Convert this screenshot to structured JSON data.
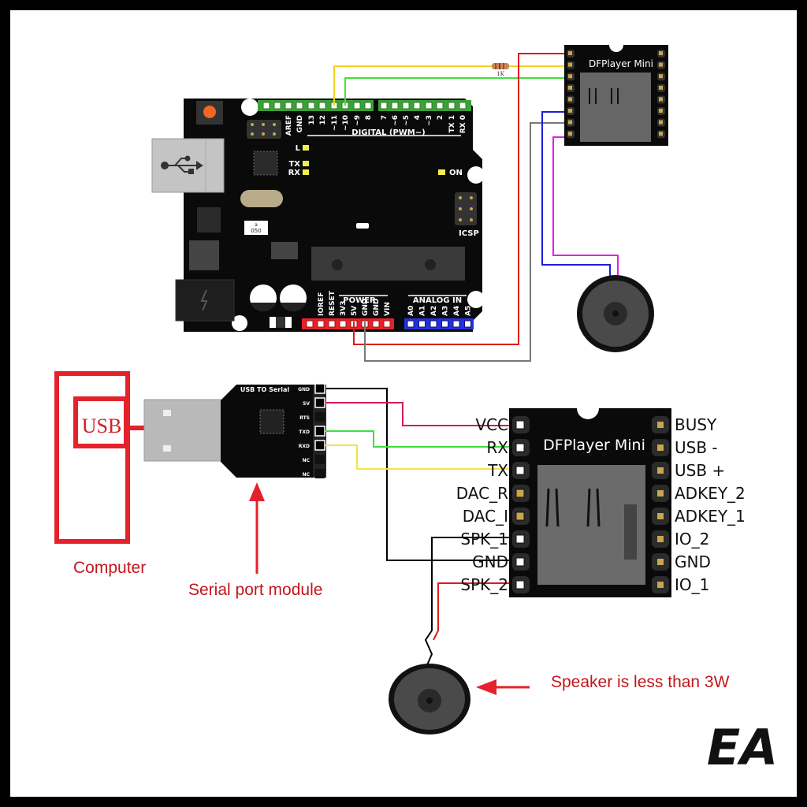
{
  "watermark": "EA",
  "colors": {
    "pcb": "#0a0a0a",
    "header_green": "#3aa335",
    "header_red": "#e8202a",
    "header_blue": "#2132e0",
    "wire_red": "#e01a1a",
    "wire_yellow": "#f2d31b",
    "wire_green": "#41e03a",
    "wire_blue": "#1d1dd8",
    "wire_gray": "#777777",
    "wire_magenta": "#e51ee5",
    "wire_pink": "#d4185a",
    "wire_black": "#000000",
    "annotation_red": "#c0171d"
  },
  "arduino": {
    "digital_header_label": "DIGITAL (PWM~)",
    "digital_pins": [
      "AREF",
      "GND",
      "13",
      "12",
      "~11",
      "~10",
      "~9",
      "8",
      "7",
      "~6",
      "~5",
      "4",
      "~3",
      "2",
      "TX 1",
      "RX 0"
    ],
    "power_header_label": "POWER",
    "power_pins": [
      "IOREF",
      "RESET",
      "3V3",
      "5V",
      "GND",
      "GND",
      "VIN"
    ],
    "analog_header_label": "ANALOG IN",
    "analog_pins": [
      "A0",
      "A1",
      "A2",
      "A3",
      "A4",
      "A5"
    ],
    "leds": [
      "L",
      "TX",
      "RX"
    ],
    "on_label": "ON",
    "icsp_label": "ICSP",
    "chip_marking_top": "a",
    "chip_marking": "050"
  },
  "resistor": {
    "label": "1K"
  },
  "dfplayer_top": {
    "title": "DFPlayer Mini"
  },
  "usb_serial": {
    "title": "USB TO Serial",
    "pins": [
      "GND",
      "5V",
      "RTS",
      "TXD",
      "RXD",
      "NC",
      "NC"
    ]
  },
  "computer": {
    "port_label": "USB",
    "caption": "Computer"
  },
  "serial_caption": "Serial port module",
  "dfplayer_bottom": {
    "title": "DFPlayer Mini",
    "left_pins": [
      "VCC",
      "RX",
      "TX",
      "DAC_R",
      "DAC_I",
      "SPK_1",
      "GND",
      "SPK_2"
    ],
    "right_pins": [
      "BUSY",
      "USB -",
      "USB +",
      "ADKEY_2",
      "ADKEY_1",
      "IO_2",
      "GND",
      "IO_1"
    ]
  },
  "speaker_caption": "Speaker is less than 3W"
}
